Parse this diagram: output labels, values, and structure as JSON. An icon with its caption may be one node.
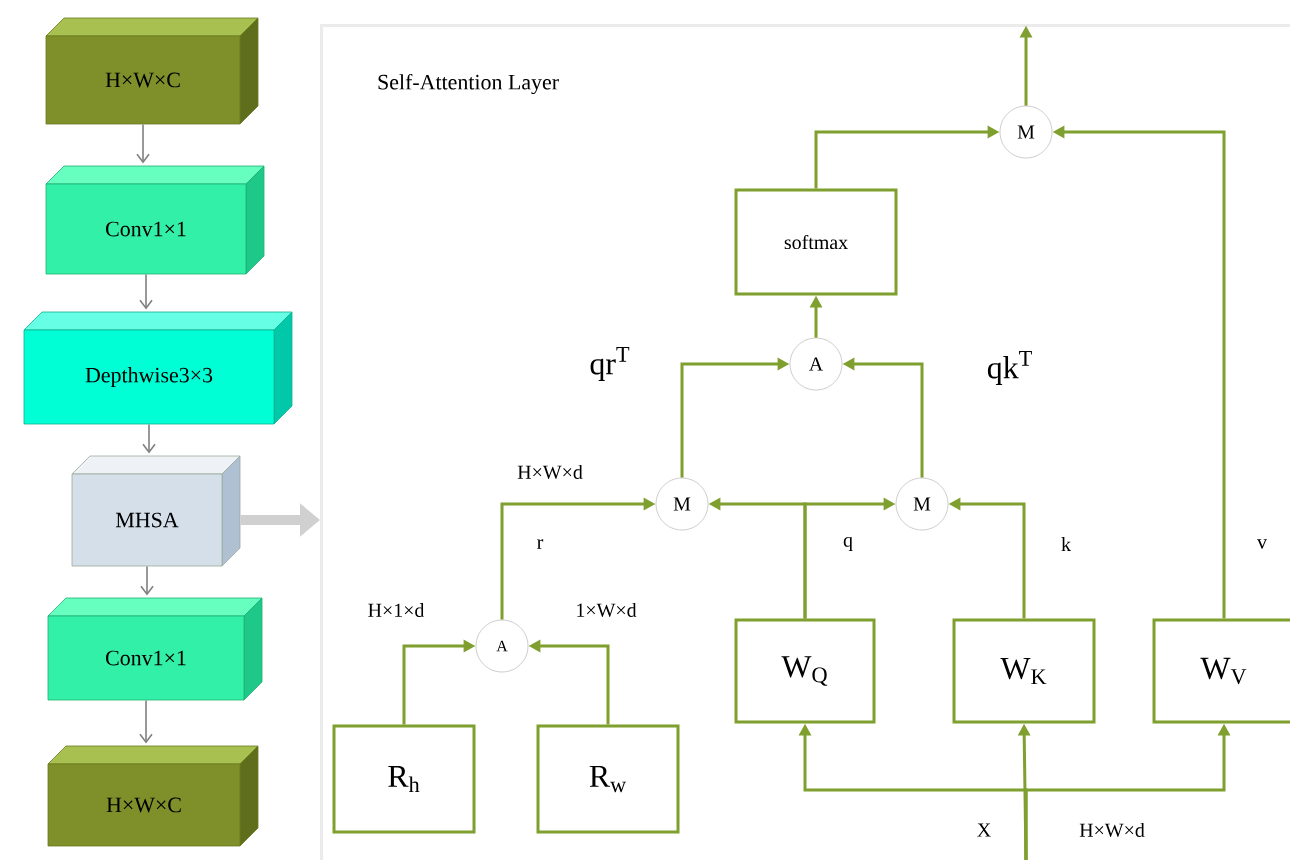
{
  "diagram": {
    "nodes": [
      {
        "text": [
          "H×W×C"
        ]
      },
      {
        "text": [
          "Conv1×1"
        ]
      },
      {
        "text": [
          "Depthwise3×3"
        ]
      },
      {
        "text": [
          "MHSA"
        ]
      },
      {
        "text": [
          "Conv1×1"
        ]
      },
      {
        "text": [
          "H×W×C"
        ]
      },
      {
        "text": [
          "Self-Attention Layer"
        ]
      },
      {
        "text": [
          "M"
        ],
        "in": 6
      },
      {
        "text": [
          "softmax"
        ],
        "in": 6
      },
      {
        "text": [
          "A"
        ],
        "in": 6
      },
      {
        "text": [
          "M"
        ],
        "in": 6
      },
      {
        "text": [
          "M"
        ],
        "in": 6
      },
      {
        "text": [
          "A"
        ],
        "in": 6
      },
      {
        "text": [
          "W$_{Q}$"
        ],
        "in": 6
      },
      {
        "text": [
          "W$_{K}$"
        ],
        "in": 6
      },
      {
        "text": [
          "W$_{V}$"
        ],
        "in": 6
      },
      {
        "text": [
          "R$_{h}$"
        ],
        "in": 6
      },
      {
        "text": [
          "R$_{w}$"
        ],
        "in": 6
      }
    ],
    "edges": [
      {
        "from": 0,
        "to": 1,
        "arrow": "to",
        "color": "#808080"
      },
      {
        "from": 1,
        "to": 2,
        "arrow": "to",
        "color": "#808080"
      },
      {
        "from": 2,
        "to": 3,
        "arrow": "to",
        "color": "#808080"
      },
      {
        "from": 3,
        "to": 4,
        "arrow": "to",
        "color": "#808080"
      },
      {
        "from": 4,
        "to": 5,
        "arrow": "to",
        "color": "#808080"
      },
      {
        "from": 3,
        "to": 6,
        "arrow": "to",
        "style": "thick",
        "color": "#d0d0d0"
      },
      {
        "from": 8,
        "to": 7,
        "arrow": "to"
      },
      {
        "from": 15,
        "to": 7,
        "arrow": "to"
      },
      {
        "from": 7,
        "to": null,
        "arrow": "to"
      },
      {
        "from": 9,
        "to": 8,
        "arrow": "to"
      },
      {
        "from": 10,
        "to": 9,
        "arrow": "to"
      },
      {
        "from": 11,
        "to": 9,
        "arrow": "to"
      },
      {
        "from": 12,
        "to": 10,
        "arrow": "to"
      },
      {
        "from": 13,
        "to": 10,
        "arrow": "to"
      },
      {
        "from": 13,
        "to": 11,
        "arrow": "to"
      },
      {
        "from": 14,
        "to": 11,
        "arrow": "to"
      },
      {
        "from": 16,
        "to": 12,
        "arrow": "to"
      },
      {
        "from": 17,
        "to": 12,
        "arrow": "to"
      },
      {
        "from": null,
        "to": 13,
        "arrow": "to"
      },
      {
        "from": null,
        "to": 14,
        "arrow": "to"
      },
      {
        "from": null,
        "to": 15,
        "arrow": "to"
      }
    ],
    "labels": [
      "qr$^{T}$",
      "qk$^{T}$",
      "H×W×d",
      "r",
      "q",
      "k",
      "v",
      "H×1×d",
      "1×W×d",
      "X",
      "H×W×d"
    ]
  }
}
